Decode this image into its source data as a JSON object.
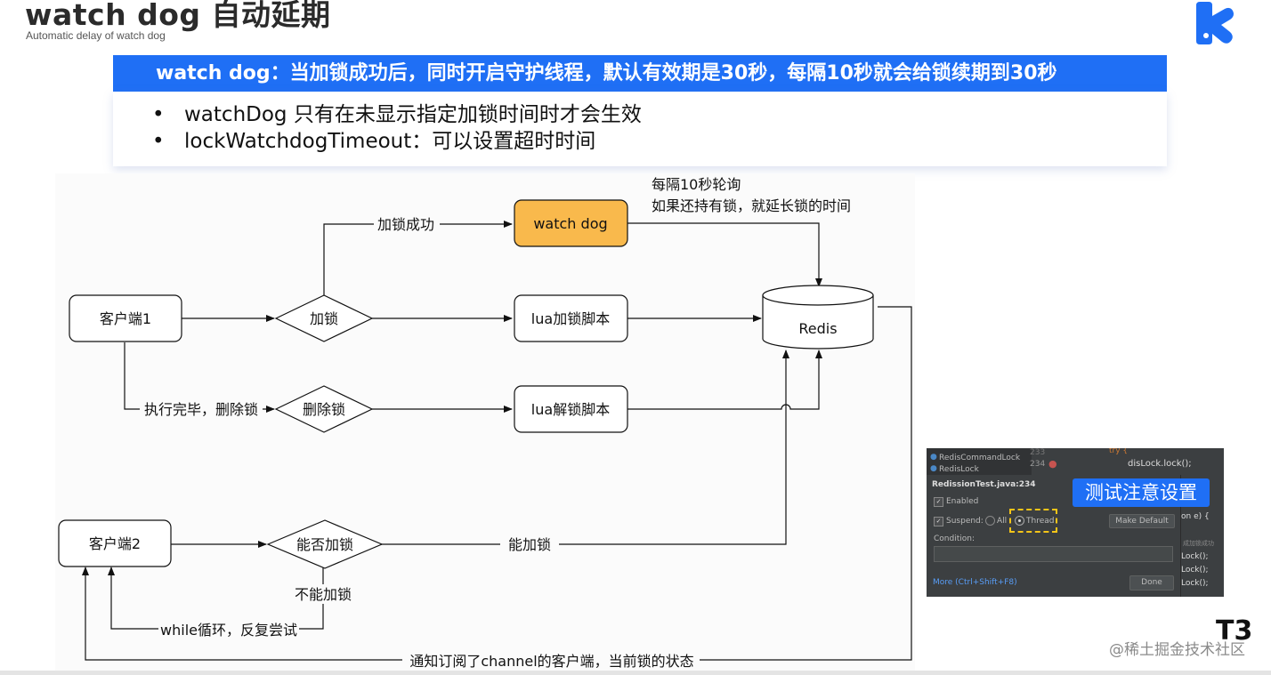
{
  "header": {
    "title": "watch dog 自动延期",
    "subtitle": "Automatic delay of watch dog"
  },
  "banner": {
    "text": "watch dog：当加锁成功后，同时开启守护线程，默认有效期是30秒，每隔10秒就会给锁续期到30秒"
  },
  "bullets": [
    "watchDog 只有在未显示指定加锁时间时才会生效",
    "lockWatchdogTimeout：可以设置超时时间"
  ],
  "diagram": {
    "nodes": {
      "client1": "客户端1",
      "lock": "加锁",
      "watchdog": "watch dog",
      "lua_lock": "lua加锁脚本",
      "redis": "Redis",
      "delete_lock": "删除锁",
      "lua_unlock": "lua解锁脚本",
      "client2": "客户端2",
      "can_lock": "能否加锁"
    },
    "edges": {
      "lock_success": "加锁成功",
      "poll_line1": "每隔10秒轮询",
      "poll_line2": "如果还持有锁，就延长锁的时间",
      "done_delete": "执行完毕，删除锁",
      "can": "能加锁",
      "cannot": "不能加锁",
      "while_loop": "while循环，反复尝试",
      "notify": "通知订阅了channel的客户端，当前锁的状态"
    }
  },
  "ide_screenshot": {
    "list_items": [
      "RedisCommandLock",
      "RedisLock"
    ],
    "line_numbers": [
      "233",
      "234"
    ],
    "code_lines": [
      "try {",
      "disLock.lock();",
      "tion e) {",
      "成加锁成功",
      "Lock();",
      "Lock();",
      "Lock();"
    ],
    "dialog_title": "RedissionTest.java:234",
    "enabled_label": "Enabled",
    "suspend_label": "Suspend:",
    "all_label": "All",
    "thread_label": "Thread",
    "make_default_label": "Make Default",
    "condition_label": "Condition:",
    "more_label": "More (Ctrl+Shift+F8)",
    "done_label": "Done",
    "callout": "测试注意设置"
  },
  "watermark": "@稀土掘金技术社区",
  "corner_mark": "T3"
}
